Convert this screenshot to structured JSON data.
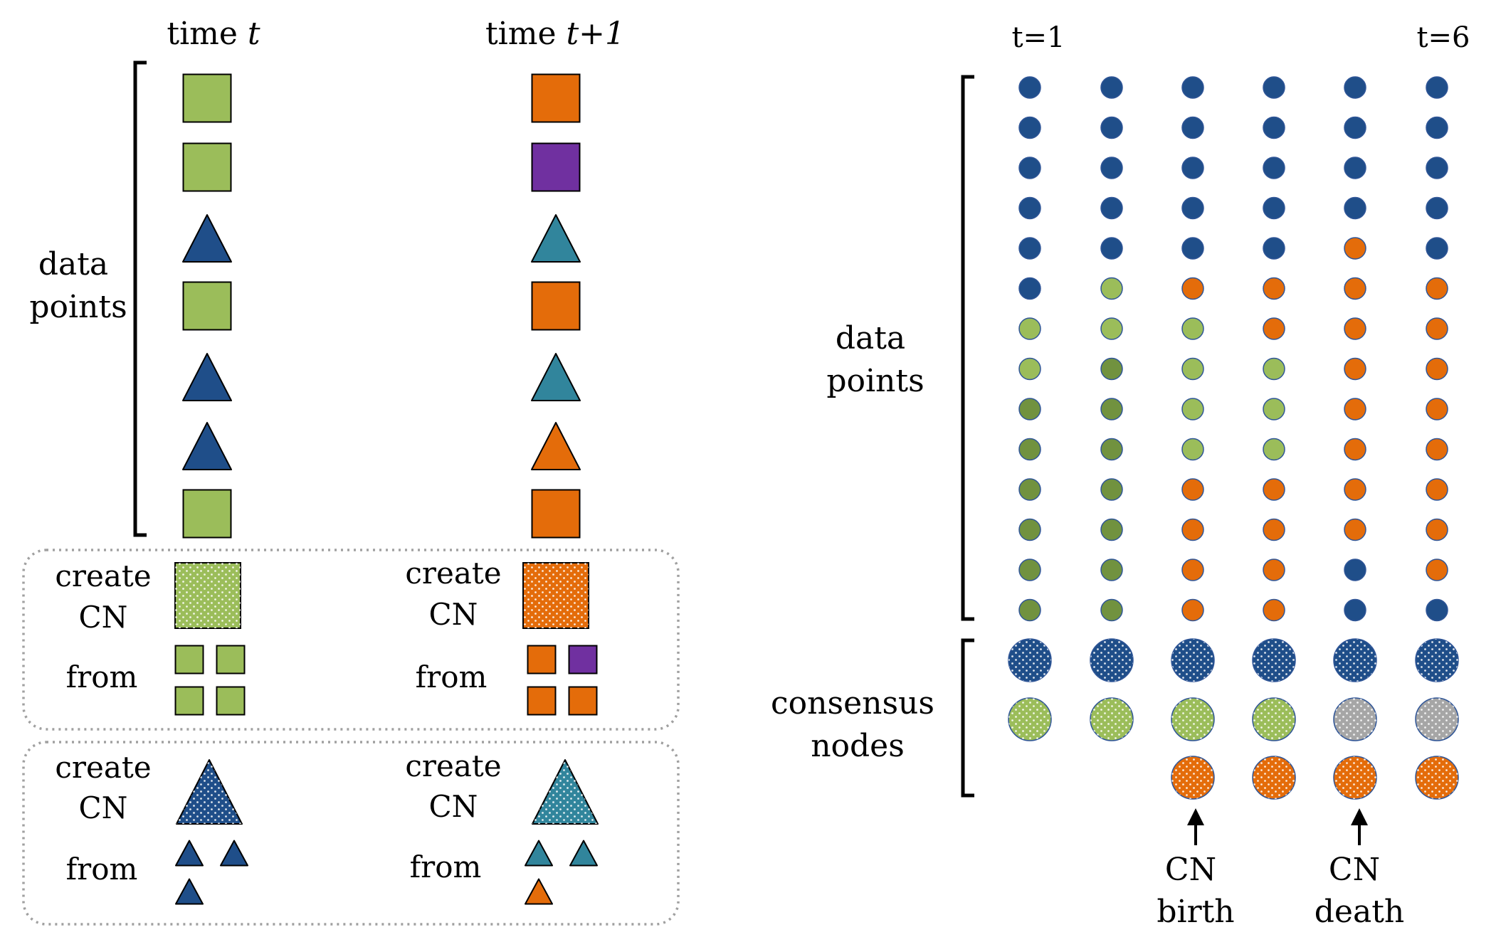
{
  "colors": {
    "navy": "#1f4e89",
    "light_green": "#9bbd5a",
    "dark_green": "#71923f",
    "orange": "#e46c0a",
    "purple": "#7030a0",
    "teal": "#31859c",
    "gray": "#a6a6a6",
    "outline_square": "#000000",
    "outline_circle": "#2f5597",
    "dashed_box": "#a0a0a0"
  },
  "left_panel": {
    "header_t": {
      "prefix": "time ",
      "var": "t"
    },
    "header_t1": {
      "prefix": "time ",
      "var": "t+1"
    },
    "data_points_label": [
      "data",
      "points"
    ],
    "column_t": [
      {
        "shape": "square",
        "color": "light_green"
      },
      {
        "shape": "square",
        "color": "light_green"
      },
      {
        "shape": "triangle",
        "color": "navy"
      },
      {
        "shape": "square",
        "color": "light_green"
      },
      {
        "shape": "triangle",
        "color": "navy"
      },
      {
        "shape": "triangle",
        "color": "navy"
      },
      {
        "shape": "square",
        "color": "light_green"
      }
    ],
    "column_t1": [
      {
        "shape": "square",
        "color": "orange"
      },
      {
        "shape": "square",
        "color": "purple"
      },
      {
        "shape": "triangle",
        "color": "teal"
      },
      {
        "shape": "square",
        "color": "orange"
      },
      {
        "shape": "triangle",
        "color": "teal"
      },
      {
        "shape": "triangle",
        "color": "orange"
      },
      {
        "shape": "square",
        "color": "orange"
      }
    ],
    "box_labels": {
      "create": "create",
      "cn": "CN",
      "from": "from"
    },
    "box1": {
      "t": {
        "cn": {
          "shape": "square",
          "color": "light_green"
        },
        "from": [
          "light_green",
          "light_green",
          "light_green",
          "light_green"
        ]
      },
      "t1": {
        "cn": {
          "shape": "square",
          "color": "orange"
        },
        "from": [
          "orange",
          "purple",
          "orange",
          "orange"
        ]
      }
    },
    "box2": {
      "t": {
        "cn": {
          "shape": "triangle",
          "color": "navy"
        },
        "from": [
          "navy",
          "navy",
          "navy"
        ]
      },
      "t1": {
        "cn": {
          "shape": "triangle",
          "color": "teal"
        },
        "from": [
          "teal",
          "teal",
          "orange"
        ]
      }
    }
  },
  "right_panel": {
    "t_start_label": "t=1",
    "t_end_label": "t=6",
    "data_points_label": [
      "data",
      "points"
    ],
    "consensus_label": [
      "consensus",
      "nodes"
    ],
    "grid": [
      [
        "navy",
        "navy",
        "navy",
        "navy",
        "navy",
        "navy"
      ],
      [
        "navy",
        "navy",
        "navy",
        "navy",
        "navy",
        "navy"
      ],
      [
        "navy",
        "navy",
        "navy",
        "navy",
        "navy",
        "navy"
      ],
      [
        "navy",
        "navy",
        "navy",
        "navy",
        "navy",
        "navy"
      ],
      [
        "navy",
        "navy",
        "navy",
        "navy",
        "orange",
        "navy"
      ],
      [
        "navy",
        "light_green",
        "orange",
        "orange",
        "orange",
        "orange"
      ],
      [
        "light_green",
        "light_green",
        "light_green",
        "orange",
        "orange",
        "orange"
      ],
      [
        "light_green",
        "dark_green",
        "light_green",
        "light_green",
        "orange",
        "orange"
      ],
      [
        "dark_green",
        "dark_green",
        "light_green",
        "light_green",
        "orange",
        "orange"
      ],
      [
        "dark_green",
        "dark_green",
        "light_green",
        "light_green",
        "orange",
        "orange"
      ],
      [
        "dark_green",
        "dark_green",
        "orange",
        "orange",
        "orange",
        "orange"
      ],
      [
        "dark_green",
        "dark_green",
        "orange",
        "orange",
        "orange",
        "orange"
      ],
      [
        "dark_green",
        "dark_green",
        "orange",
        "orange",
        "navy",
        "orange"
      ],
      [
        "dark_green",
        "dark_green",
        "orange",
        "orange",
        "navy",
        "navy"
      ]
    ],
    "consensus": [
      [
        "navy",
        "navy",
        "navy",
        "navy",
        "navy",
        "navy"
      ],
      [
        "light_green",
        "light_green",
        "light_green",
        "light_green",
        "gray",
        "gray"
      ],
      [
        "",
        "",
        "orange",
        "orange",
        "orange",
        "orange"
      ]
    ],
    "annotation_birth": [
      "CN",
      "birth"
    ],
    "annotation_death": [
      "CN",
      "death"
    ]
  }
}
